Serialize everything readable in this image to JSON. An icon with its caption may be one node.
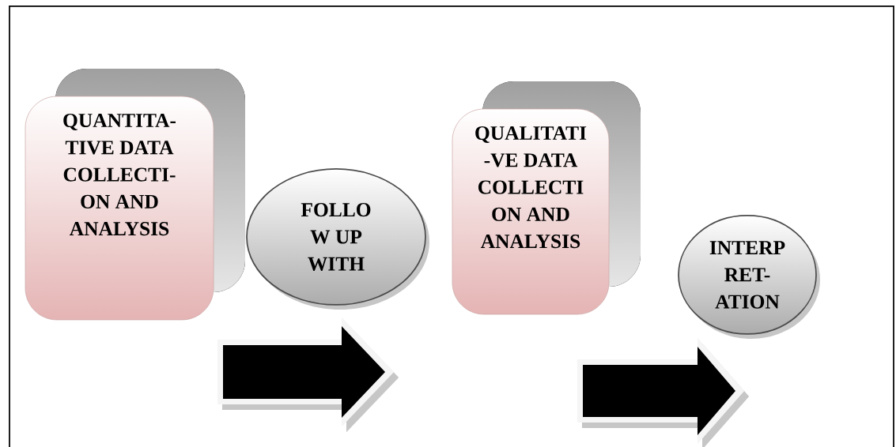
{
  "diagram": {
    "nodes": [
      {
        "text": [
          "QUANTITA- TIVE DATA COLLECTI- ON AND ANALYSIS"
        ]
      },
      {
        "text": [
          "FOLLO W UP WITH"
        ]
      },
      {
        "text": [
          "QUALITATI -VE DATA COLLECTI ON AND ANALYSIS"
        ]
      },
      {
        "text": [
          "INTERP RET- ATION"
        ]
      }
    ]
  }
}
